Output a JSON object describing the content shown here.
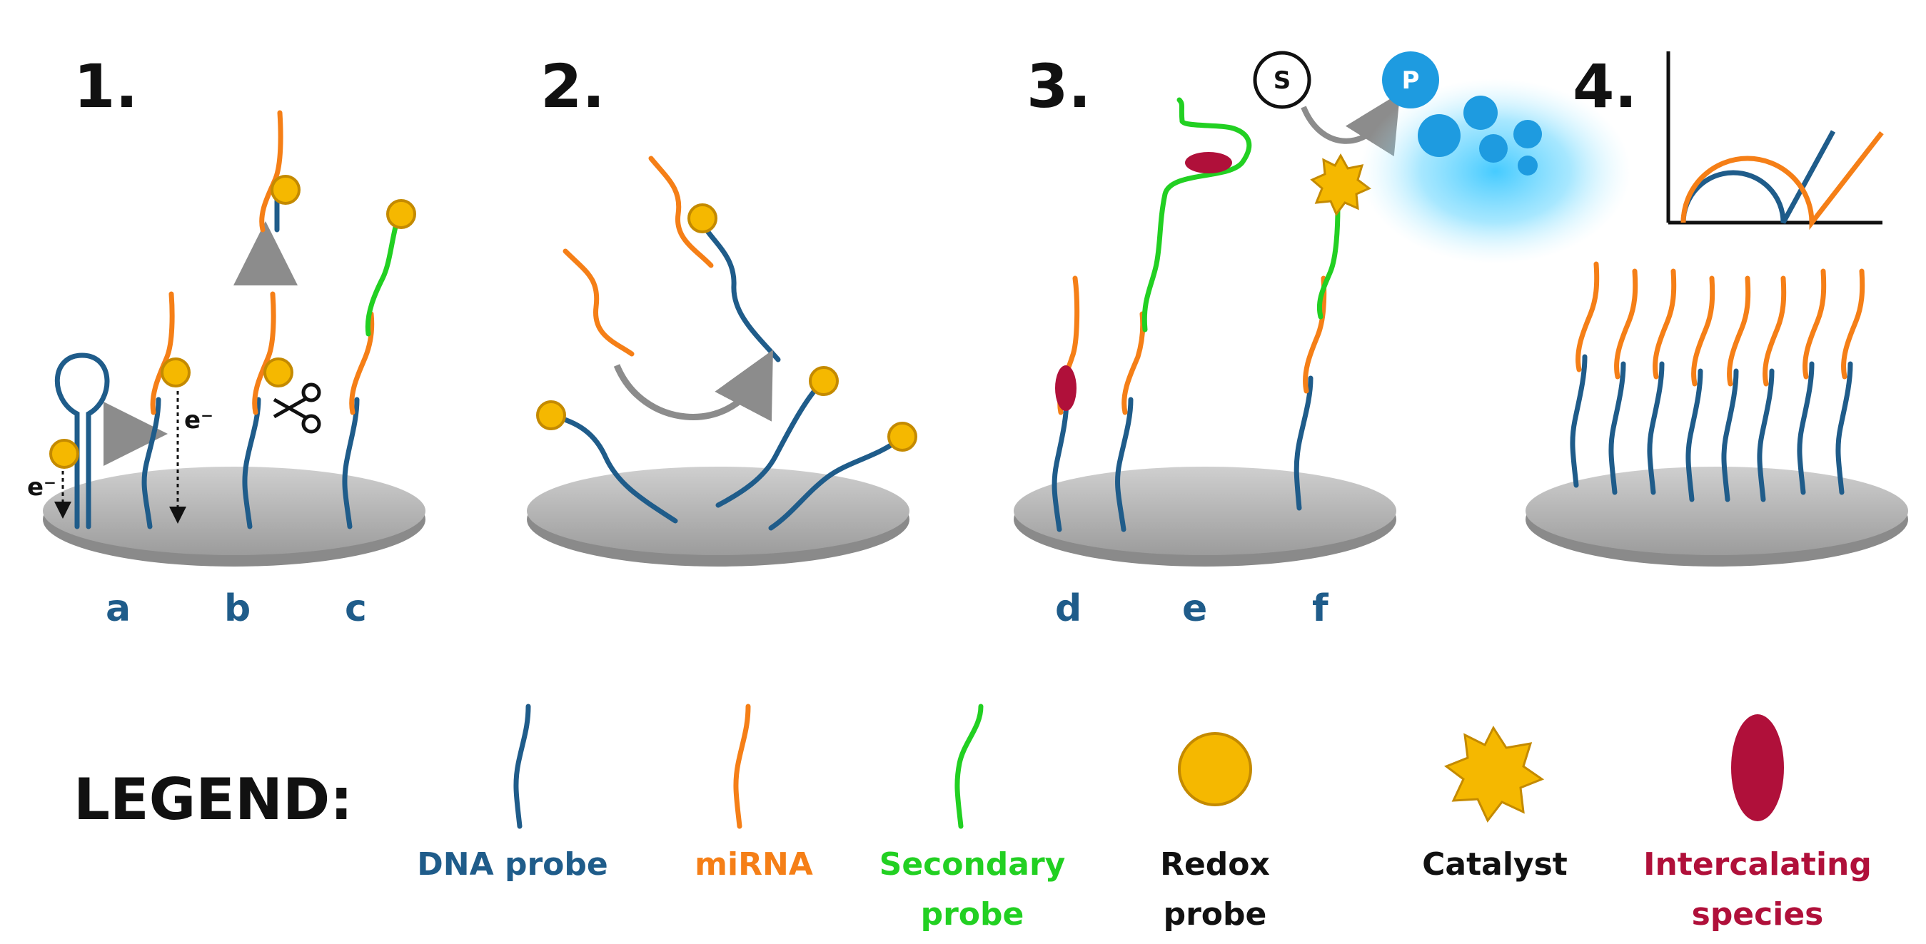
{
  "panels": {
    "p1": "1.",
    "p2": "2.",
    "p3": "3.",
    "p4": "4."
  },
  "sublabels": {
    "a": "a",
    "b": "b",
    "c": "c",
    "d": "d",
    "e": "e",
    "f": "f"
  },
  "electron": {
    "e1": "e⁻",
    "e2": "e⁻"
  },
  "reaction": {
    "substrate": "S",
    "product": "P"
  },
  "legend": {
    "title": "LEGEND:",
    "dna_probe": "DNA probe",
    "mirna": "miRNA",
    "secondary_line1": "Secondary",
    "secondary_line2": "probe",
    "redox_line1": "Redox",
    "redox_line2": "probe",
    "catalyst": "Catalyst",
    "intercalating_line1": "Intercalating",
    "intercalating_line2": "species"
  },
  "colors": {
    "dna_probe": "#1f5c8a",
    "mirna": "#f57f17",
    "secondary_probe": "#22d022",
    "redox_probe": "#f5b800",
    "catalyst": "#f5b800",
    "intercalating": "#b0103a",
    "product": "#1e9be0",
    "electrode": "#a8a8a8",
    "arrow": "#8c8c8c"
  }
}
